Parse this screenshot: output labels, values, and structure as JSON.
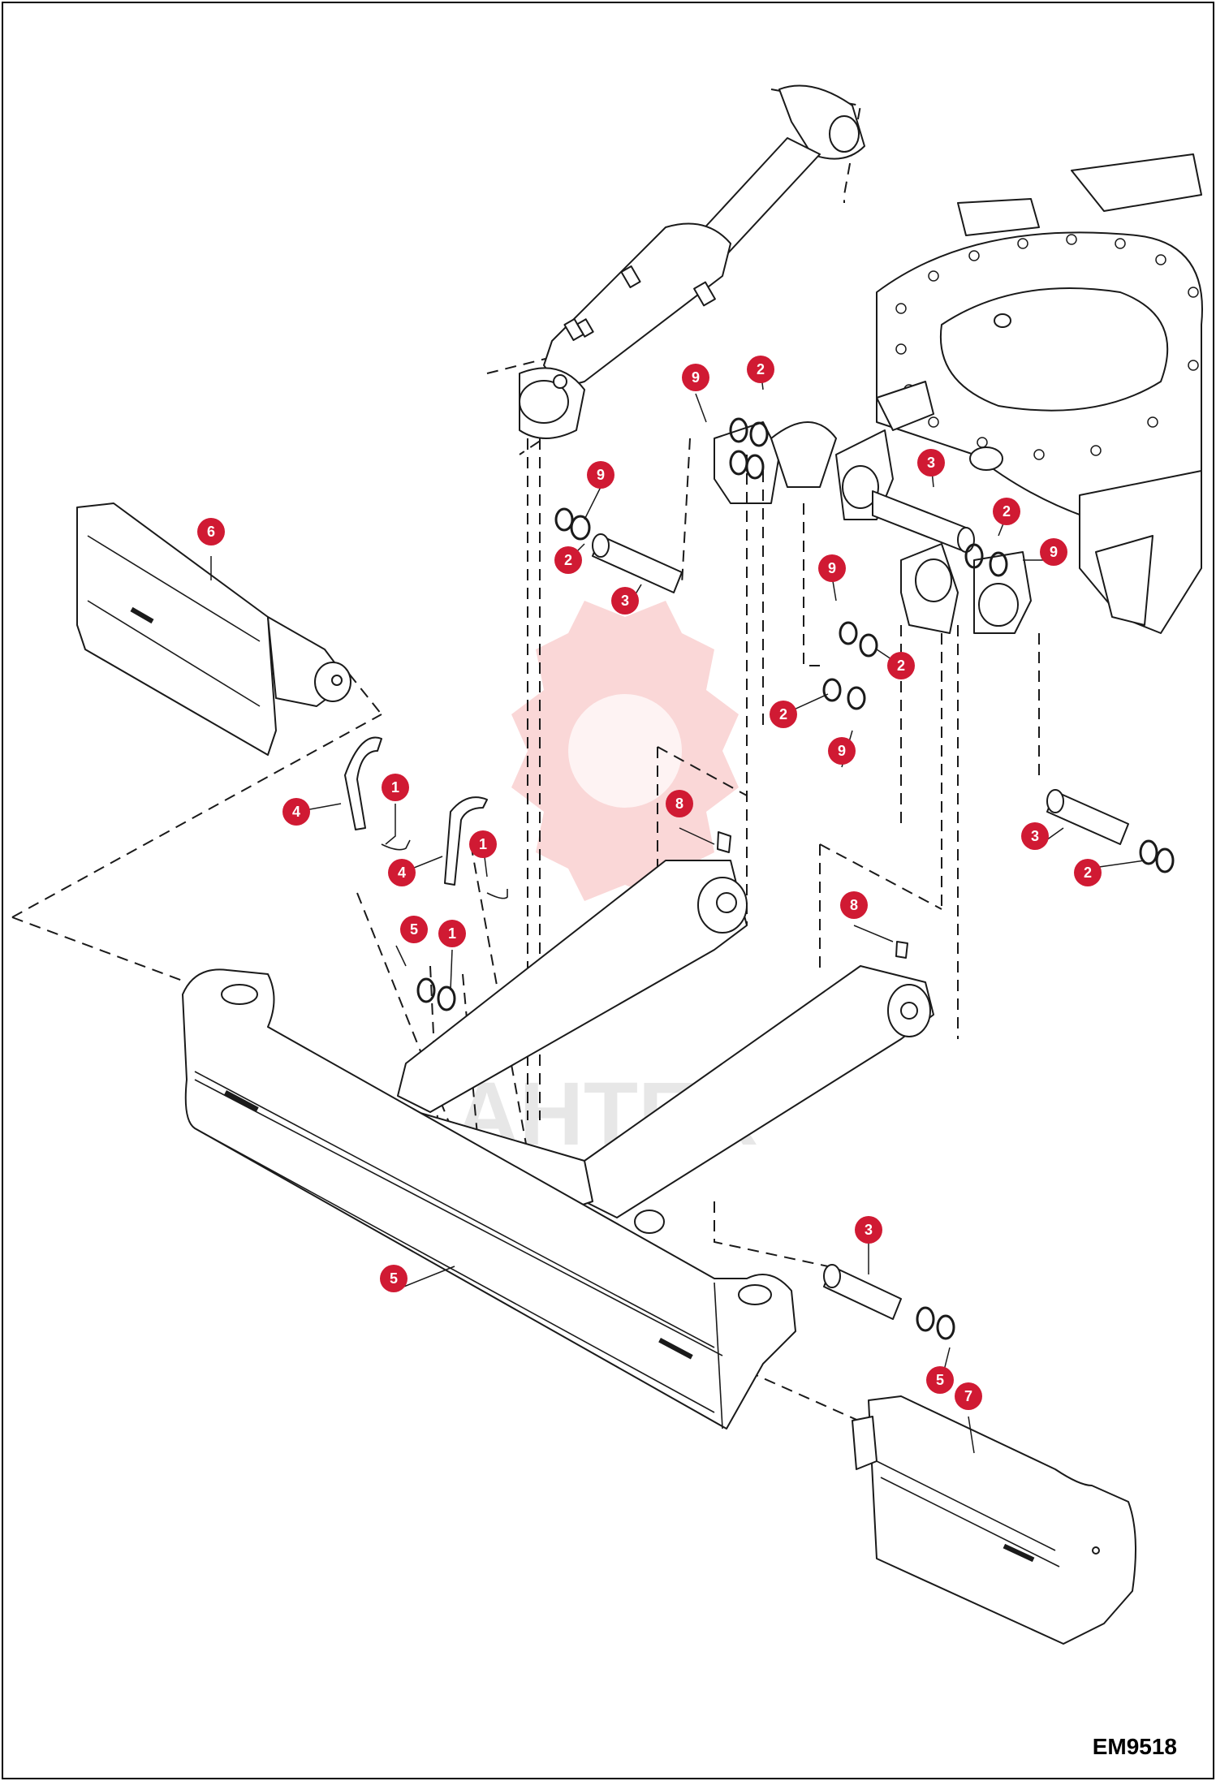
{
  "diagram": {
    "code": "EM9518",
    "watermark_text": "AHTEX",
    "callouts": [
      {
        "n": "1"
      },
      {
        "n": "1"
      },
      {
        "n": "1"
      },
      {
        "n": "2"
      },
      {
        "n": "2"
      },
      {
        "n": "2"
      },
      {
        "n": "2"
      },
      {
        "n": "2"
      },
      {
        "n": "2"
      },
      {
        "n": "3"
      },
      {
        "n": "3"
      },
      {
        "n": "3"
      },
      {
        "n": "3"
      },
      {
        "n": "4"
      },
      {
        "n": "4"
      },
      {
        "n": "5"
      },
      {
        "n": "5"
      },
      {
        "n": "5"
      },
      {
        "n": "6"
      },
      {
        "n": "7"
      },
      {
        "n": "8"
      },
      {
        "n": "8"
      },
      {
        "n": "9"
      },
      {
        "n": "9"
      },
      {
        "n": "9"
      },
      {
        "n": "9"
      },
      {
        "n": "9"
      }
    ]
  }
}
